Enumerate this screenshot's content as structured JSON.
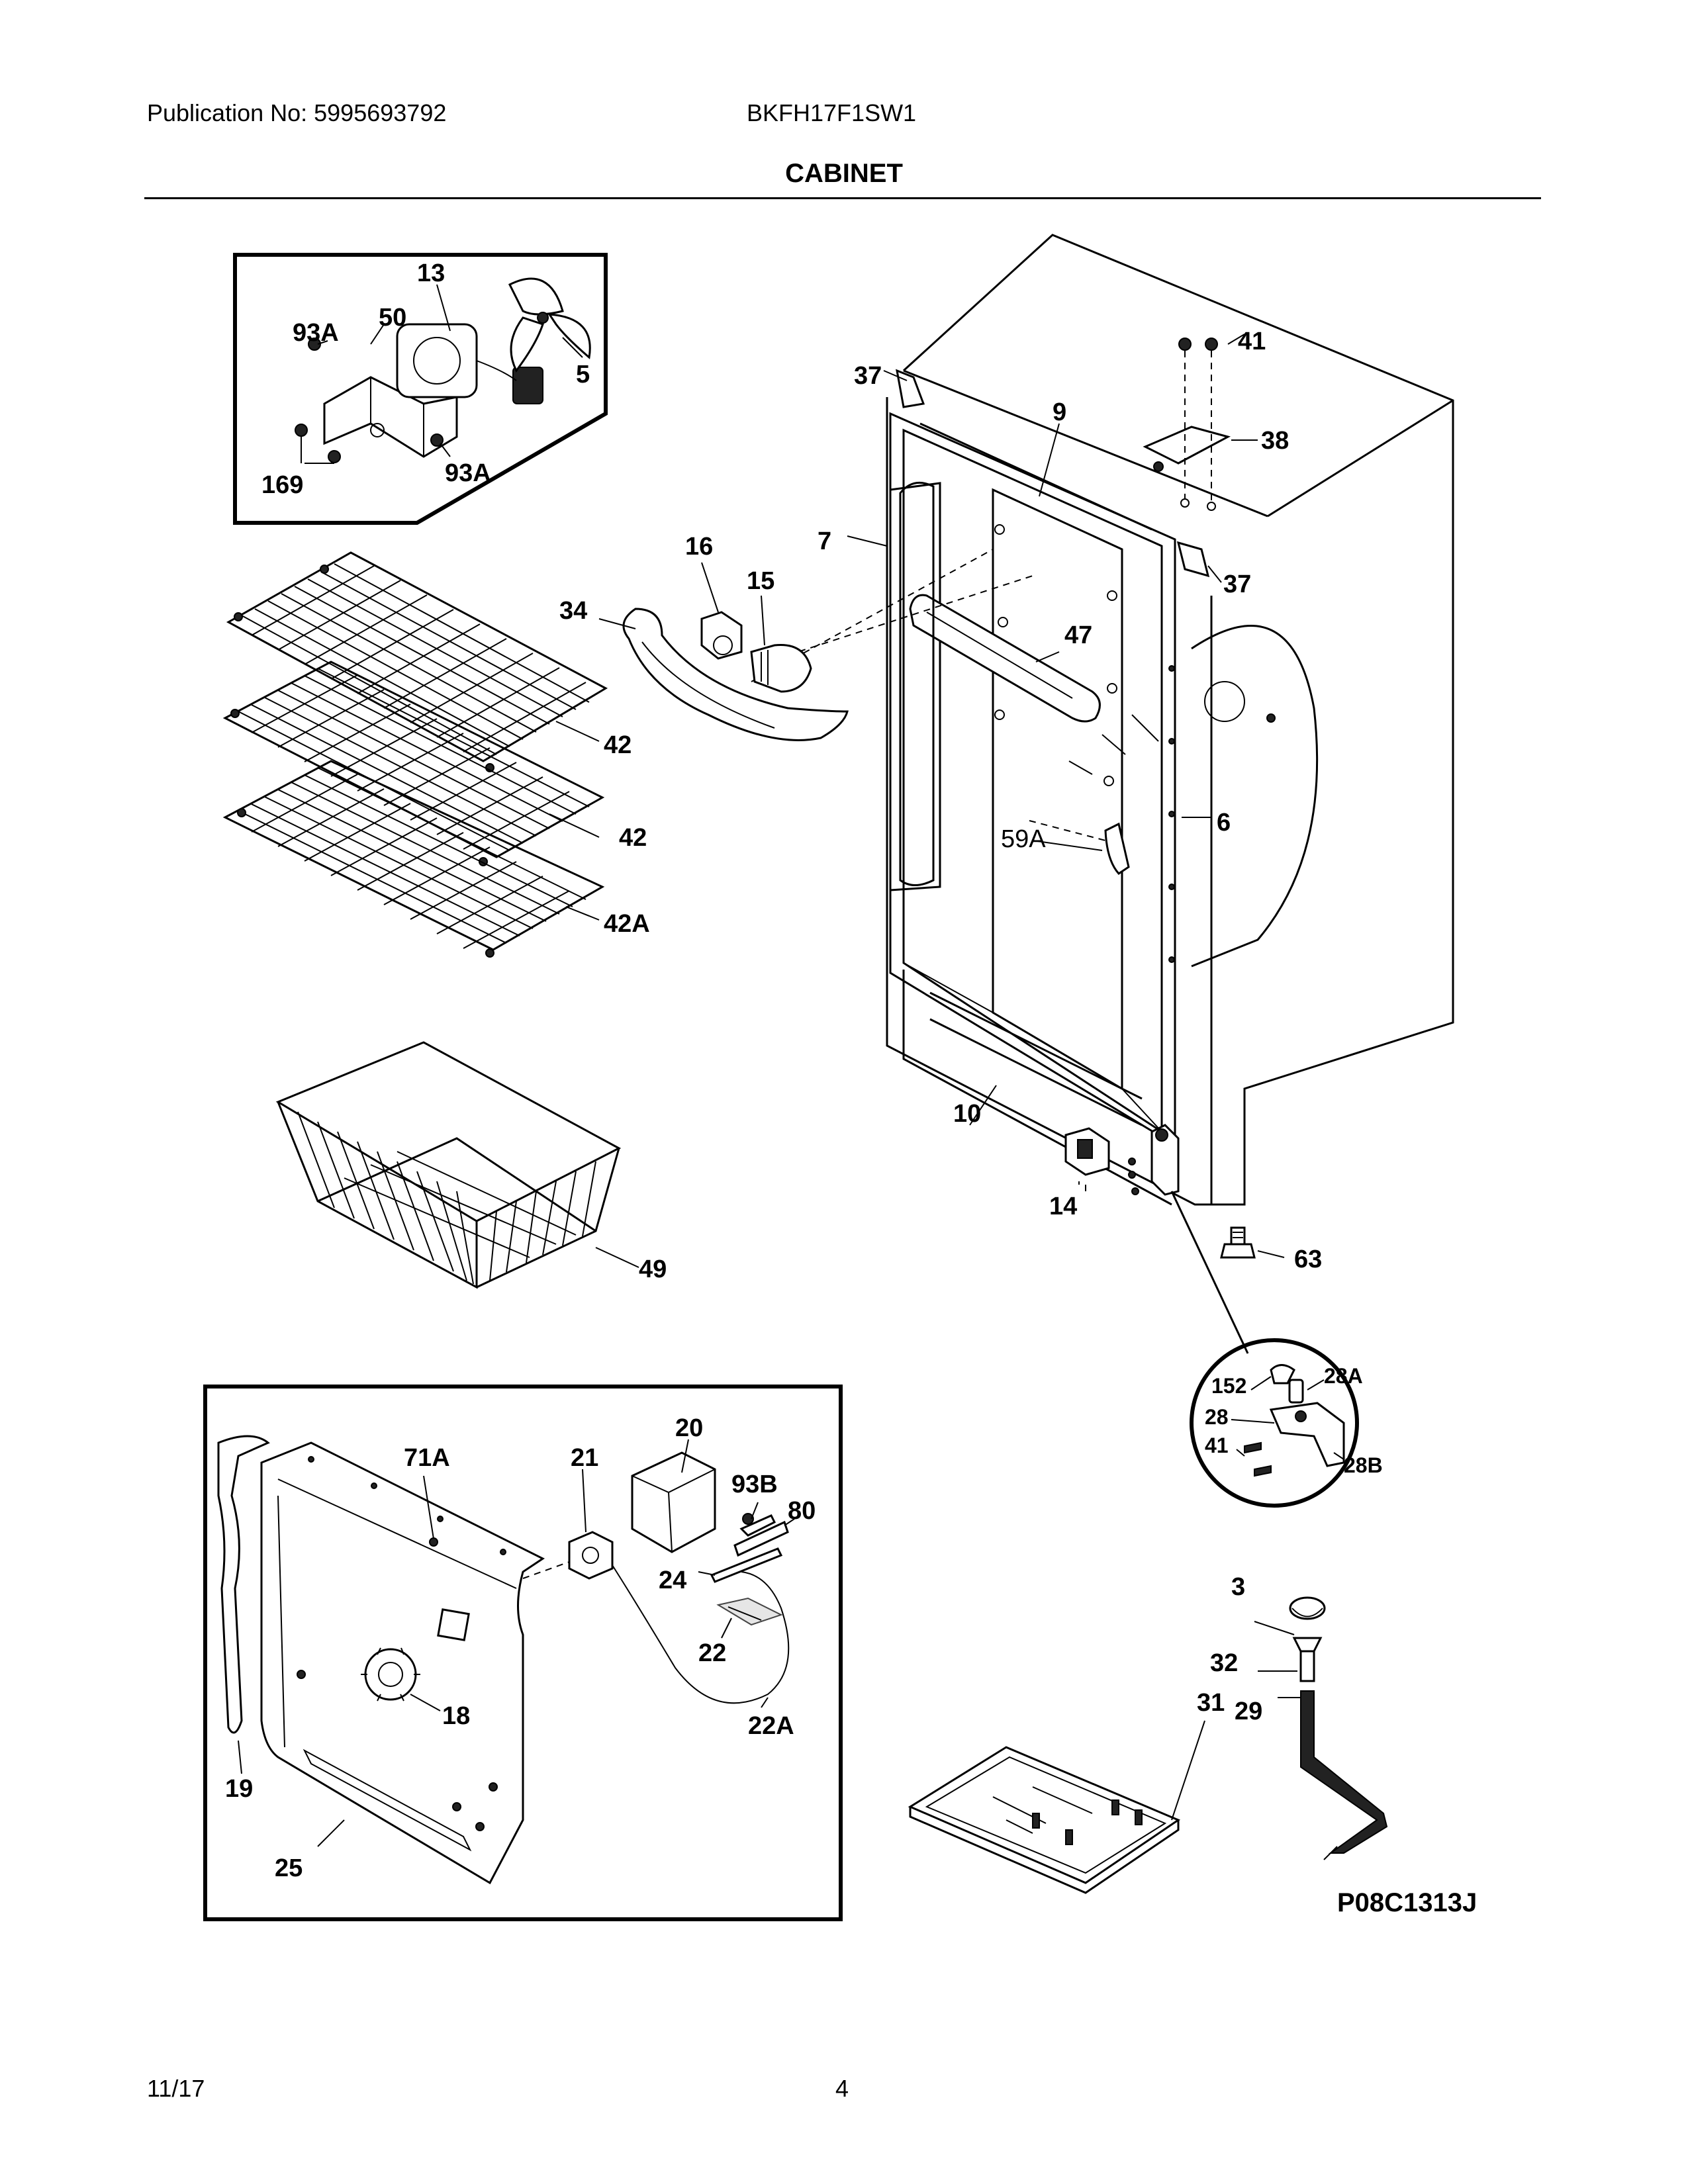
{
  "header": {
    "publication": "Publication No: 5995693792",
    "model": "BKFH17F1SW1",
    "section_title": "CABINET"
  },
  "footer": {
    "date": "11/17",
    "page": "4"
  },
  "drawing_code": "P08C1313J",
  "callouts": {
    "c13": "13",
    "c93a_top": "93A",
    "c50": "50",
    "c5": "5",
    "c169": "169",
    "c93a_bot": "93A",
    "c37_top": "37",
    "c9": "9",
    "c41_top": "41",
    "c38": "38",
    "c7": "7",
    "c16": "16",
    "c15": "15",
    "c34": "34",
    "c37_right": "37",
    "c47": "47",
    "c42_a": "42",
    "c42_b": "42",
    "c42a": "42A",
    "c6": "6",
    "c59a": "59A",
    "c10": "10",
    "c14": "14",
    "c63": "63",
    "c49": "49",
    "c152": "152",
    "c28a": "28A",
    "c28": "28",
    "c41_hinge": "41",
    "c28b": "28B",
    "c20": "20",
    "c71a": "71A",
    "c21": "21",
    "c93b": "93B",
    "c80": "80",
    "c24": "24",
    "c22": "22",
    "c18": "18",
    "c22a": "22A",
    "c19": "19",
    "c25": "25",
    "c3": "3",
    "c32": "32",
    "c31": "31",
    "c29": "29"
  }
}
